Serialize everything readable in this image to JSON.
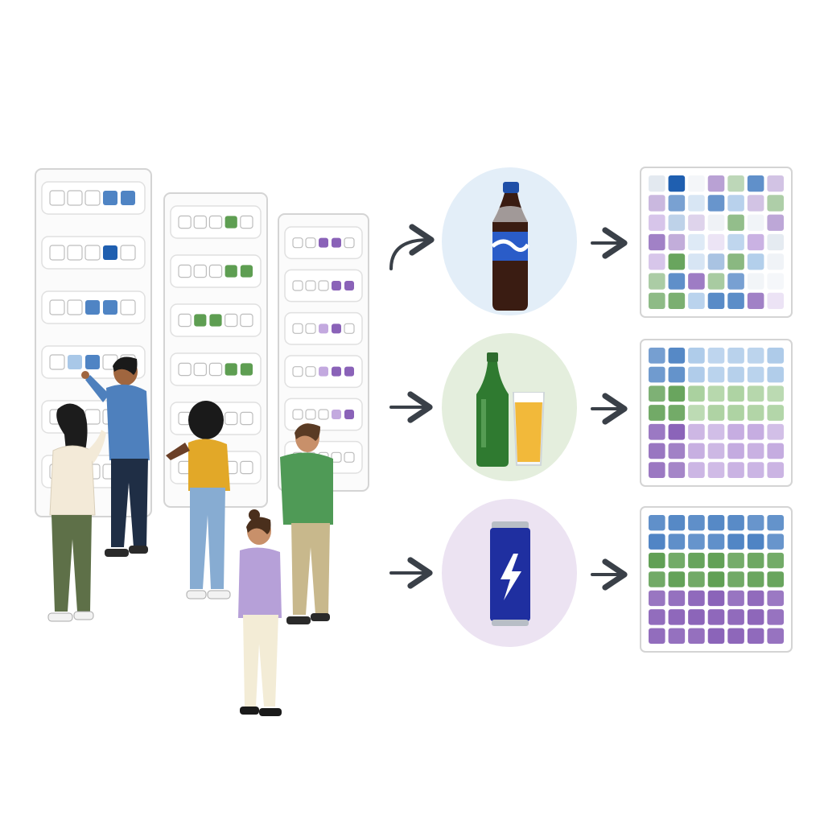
{
  "colors": {
    "blue": "#4f84c4",
    "blue_dark": "#1f5fb0",
    "blue_light": "#a9c8e8",
    "green": "#5e9e52",
    "green_light": "#a7cf9b",
    "purple": "#8a62b8",
    "purple_light": "#c3a9df",
    "panel_border": "#d4d4d4",
    "arrow": "#3a4048",
    "circle_soda": "#e3eef8",
    "circle_beer": "#e4eedd",
    "circle_energy": "#ece3f2"
  },
  "panels": [
    {
      "name": "survey-panel-1",
      "rows": [
        [
          "e",
          "e",
          "e",
          "b",
          "b"
        ],
        [
          "e",
          "e",
          "e",
          "B",
          "e"
        ],
        [
          "e",
          "e",
          "b",
          "b",
          "e"
        ],
        [
          "e",
          "l",
          "b",
          "e",
          "e"
        ],
        [
          "e",
          "e",
          "e",
          "e",
          "e"
        ],
        [
          "e",
          "e",
          "e",
          "e",
          "e"
        ]
      ]
    },
    {
      "name": "survey-panel-2",
      "rows": [
        [
          "e",
          "e",
          "e",
          "g",
          "e"
        ],
        [
          "e",
          "e",
          "e",
          "g",
          "g"
        ],
        [
          "e",
          "g",
          "g",
          "e",
          "e"
        ],
        [
          "e",
          "e",
          "e",
          "g",
          "g"
        ],
        [
          "e",
          "e",
          "e",
          "e",
          "e"
        ],
        [
          "e",
          "e",
          "e",
          "e",
          "e"
        ]
      ]
    },
    {
      "name": "survey-panel-3",
      "rows": [
        [
          "e",
          "e",
          "p",
          "p",
          "e"
        ],
        [
          "e",
          "e",
          "e",
          "p",
          "p"
        ],
        [
          "e",
          "e",
          "q",
          "p",
          "e"
        ],
        [
          "e",
          "e",
          "q",
          "p",
          "p"
        ],
        [
          "e",
          "e",
          "e",
          "q",
          "p"
        ],
        [
          "e",
          "e",
          "e",
          "e",
          "e"
        ]
      ]
    }
  ],
  "products": [
    {
      "name": "soda-bottle",
      "icon": "soda-bottle-icon"
    },
    {
      "name": "beer-bottle-and-glass",
      "icon": "beer-icon"
    },
    {
      "name": "energy-drink-can",
      "icon": "energy-can-icon"
    }
  ],
  "matrices": [
    {
      "name": "matrix-soda",
      "style": "scattered"
    },
    {
      "name": "matrix-beer",
      "style": "banded-soft"
    },
    {
      "name": "matrix-energy",
      "style": "banded-strong"
    }
  ]
}
